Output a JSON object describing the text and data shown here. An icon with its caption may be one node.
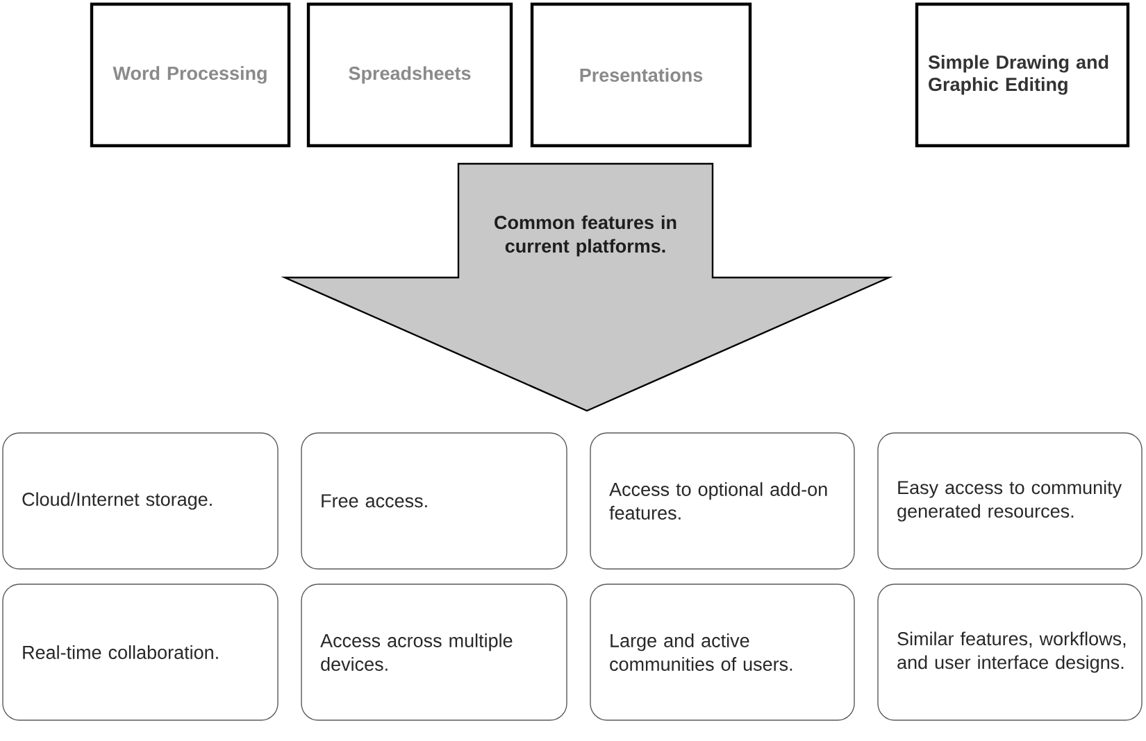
{
  "diagram": {
    "nodes": [
      {
        "text": [
          "Word Processing"
        ]
      },
      {
        "text": [
          "Spreadsheets"
        ]
      },
      {
        "text": [
          "Presentations"
        ]
      },
      {
        "text": [
          "Simple Drawing and Graphic Editing"
        ]
      },
      {
        "text": [
          "Common features in current platforms."
        ]
      },
      {
        "text": [
          "Cloud/Internet storage."
        ]
      },
      {
        "text": [
          "Free access."
        ]
      },
      {
        "text": [
          "Access to optional add-on features."
        ]
      },
      {
        "text": [
          "Easy access to community generated resources."
        ]
      },
      {
        "text": [
          "Real-time collaboration."
        ]
      },
      {
        "text": [
          "Access across multiple devices."
        ]
      },
      {
        "text": [
          "Large and active communities of users."
        ]
      },
      {
        "text": [
          "Similar features, workflows, and user interface designs."
        ]
      }
    ],
    "edges": []
  }
}
